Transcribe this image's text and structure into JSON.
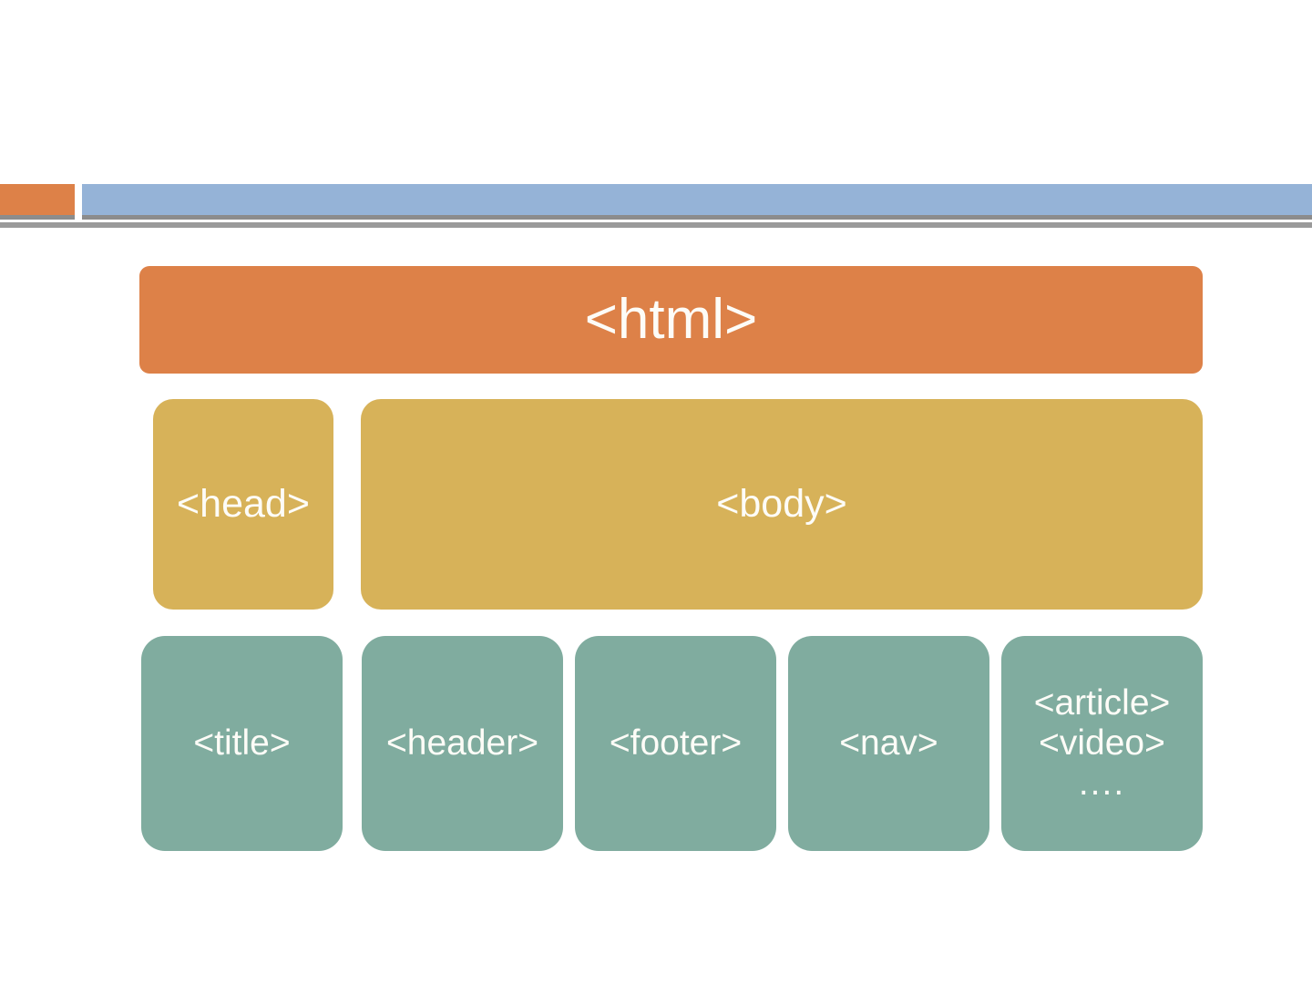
{
  "slide": {
    "background_color": "#ffffff",
    "header_band": {
      "accent_color": "#DD8148",
      "main_color": "#95B3D7",
      "shadow_color": "#8c8c8c",
      "rule_color": "#9a9a9a"
    }
  },
  "palette": {
    "html_level": "#DD8148",
    "document_level": "#D7B259",
    "element_level": "#80AC9F",
    "label_text": "#fdfcf7"
  },
  "diagram": {
    "type": "hierarchy",
    "levels": [
      {
        "name": "root",
        "color": "#DD8148",
        "nodes": [
          {
            "label": "<html>"
          }
        ]
      },
      {
        "name": "document-sections",
        "color": "#D7B259",
        "nodes": [
          {
            "label": "<head>"
          },
          {
            "label": "<body>"
          }
        ]
      },
      {
        "name": "elements",
        "color": "#80AC9F",
        "nodes": [
          {
            "label": "<title>"
          },
          {
            "label": "<header>"
          },
          {
            "label": "<footer>"
          },
          {
            "label": "<nav>"
          },
          {
            "label": "<article>",
            "label2": "<video>",
            "label3": "...."
          }
        ]
      }
    ]
  }
}
